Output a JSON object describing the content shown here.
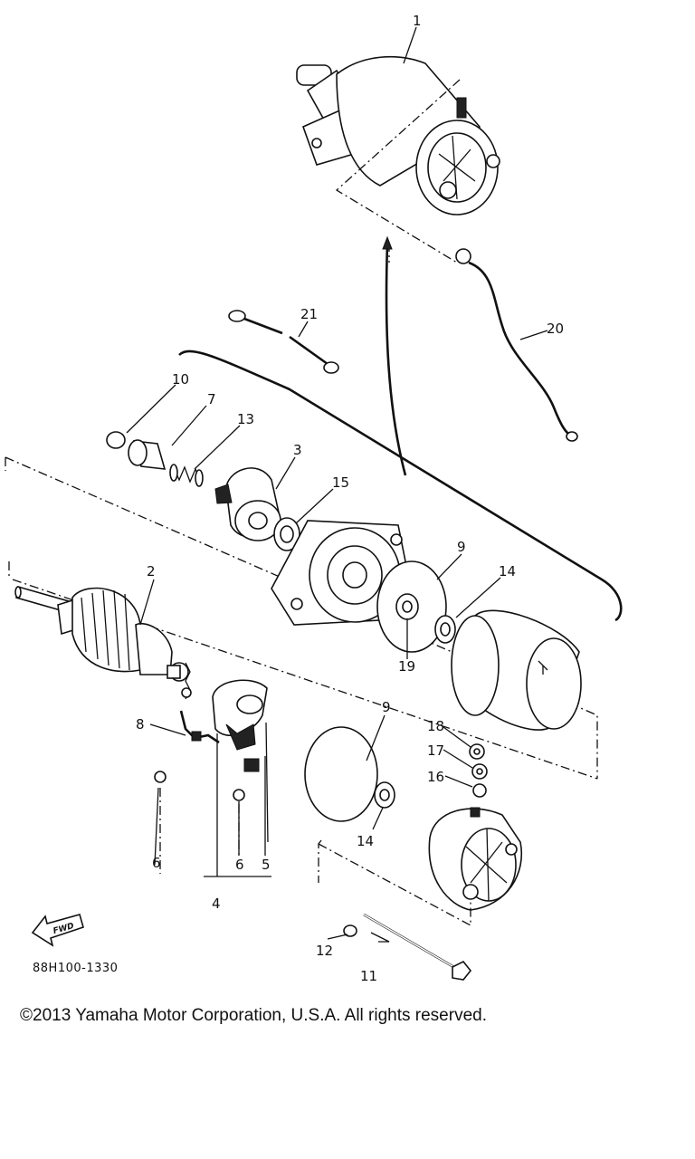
{
  "diagram": {
    "callouts": [
      "1",
      "2",
      "3",
      "4",
      "5",
      "6",
      "6",
      "7",
      "8",
      "9",
      "9",
      "10",
      "11",
      "12",
      "13",
      "14",
      "14",
      "15",
      "16",
      "17",
      "18",
      "19",
      "20",
      "21"
    ],
    "fwd_label": "FWD",
    "catalog_code": "88H100-1330"
  },
  "footer": {
    "copyright": "©2013 Yamaha Motor Corporation, U.S.A. All rights reserved."
  }
}
